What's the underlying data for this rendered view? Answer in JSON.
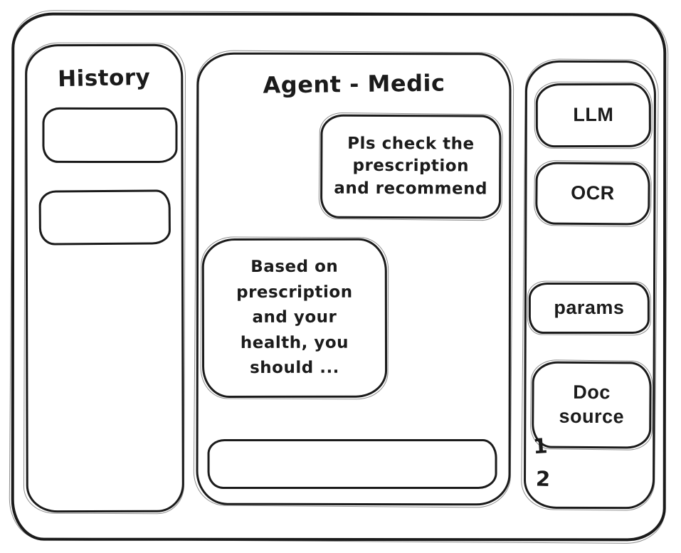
{
  "app": {
    "background_color": "#ffffff",
    "ink_color": "#1b1b1b",
    "style": "hand-drawn wireframe"
  },
  "history_panel": {
    "title": "History",
    "items": [
      {
        "label": ""
      },
      {
        "label": ""
      }
    ]
  },
  "chat_panel": {
    "title": "Agent - Medic",
    "messages": [
      {
        "role": "user",
        "align": "right",
        "text": "Pls check the\nprescription\nand recommend"
      },
      {
        "role": "assistant",
        "align": "left",
        "text": "Based on\nprescription\nand your\nhealth, you\nshould ..."
      }
    ],
    "input": {
      "value": "",
      "placeholder": ""
    }
  },
  "tools_panel": {
    "buttons": [
      {
        "id": "llm",
        "label": "LLM"
      },
      {
        "id": "ocr",
        "label": "OCR"
      },
      {
        "id": "params",
        "label": "params"
      },
      {
        "id": "doc-source",
        "label": "Doc\nsource"
      }
    ],
    "doc_source_items": [
      "1",
      "2"
    ]
  }
}
